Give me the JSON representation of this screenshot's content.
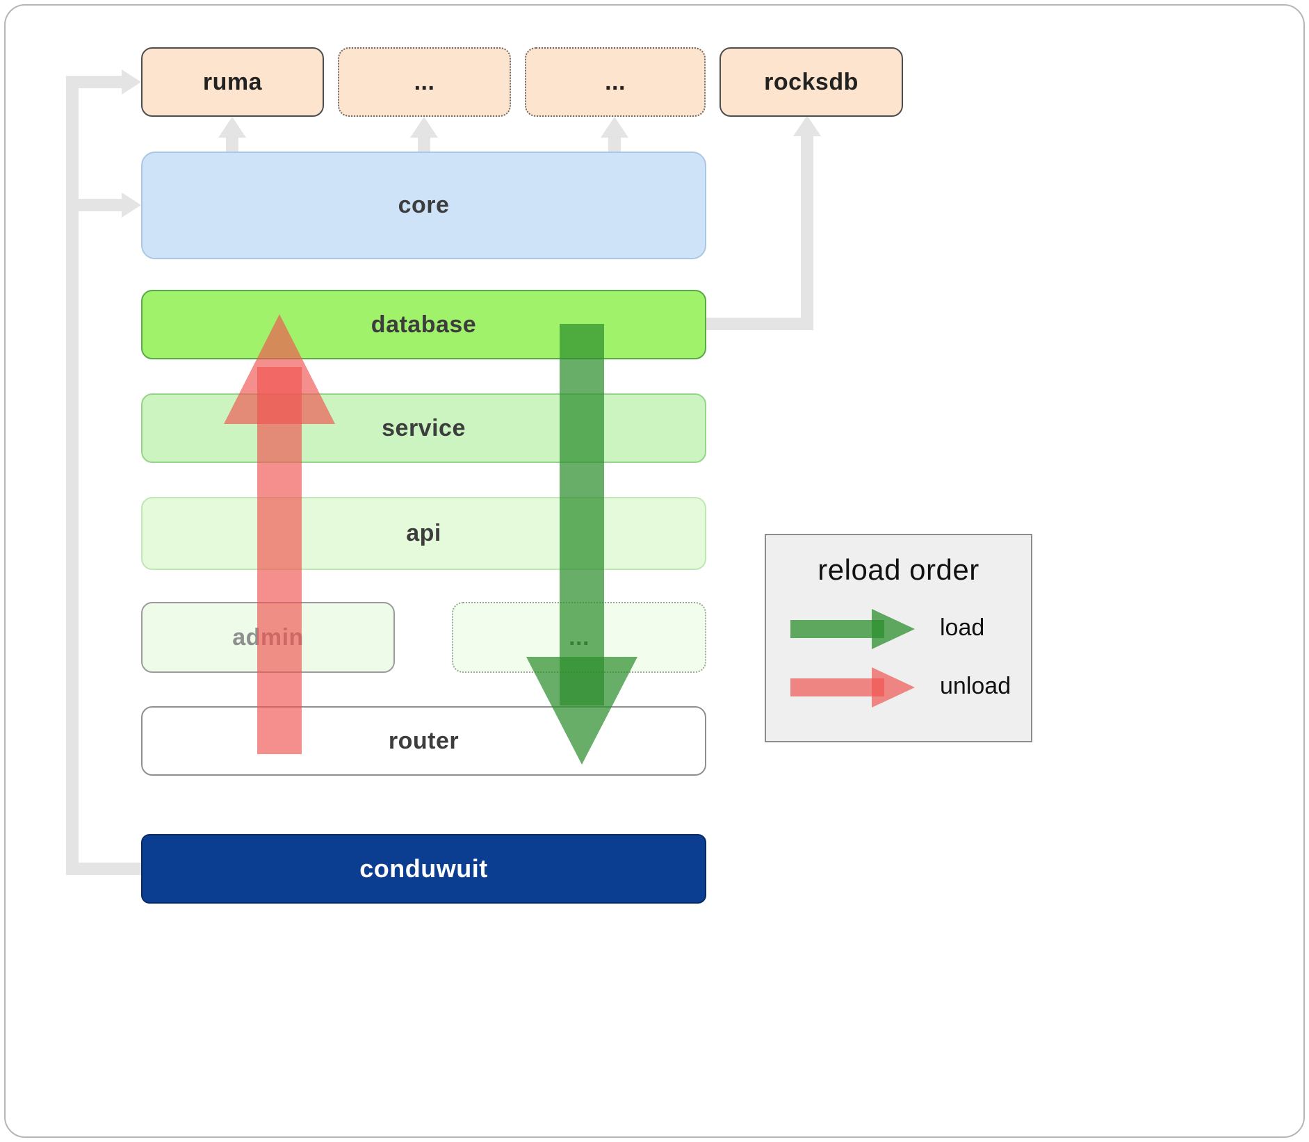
{
  "boxes": {
    "ruma": "ruma",
    "ellipsis1": "...",
    "ellipsis2": "...",
    "rocksdb": "rocksdb",
    "core": "core",
    "database": "database",
    "service": "service",
    "api": "api",
    "admin": "admin",
    "ellipsis3": "...",
    "router": "router",
    "conduwuit": "conduwuit"
  },
  "legend": {
    "title": "reload order",
    "load_label": "load",
    "unload_label": "unload"
  },
  "colors": {
    "peach": "#fce4cf",
    "core_blue": "#cfe3f8",
    "database_green": "#a0f26a",
    "service_green": "#ccf4c0",
    "api_green": "#e4fadb",
    "admin_green": "#eefbe8",
    "faint_green": "#f3fdee",
    "router_white": "#ffffff",
    "conduwuit_navy": "#0b3d91",
    "load_green": "#2e8f2e",
    "unload_red": "#ef5350",
    "connector_gray": "#e4e4e4",
    "legend_bg": "#efefef"
  }
}
